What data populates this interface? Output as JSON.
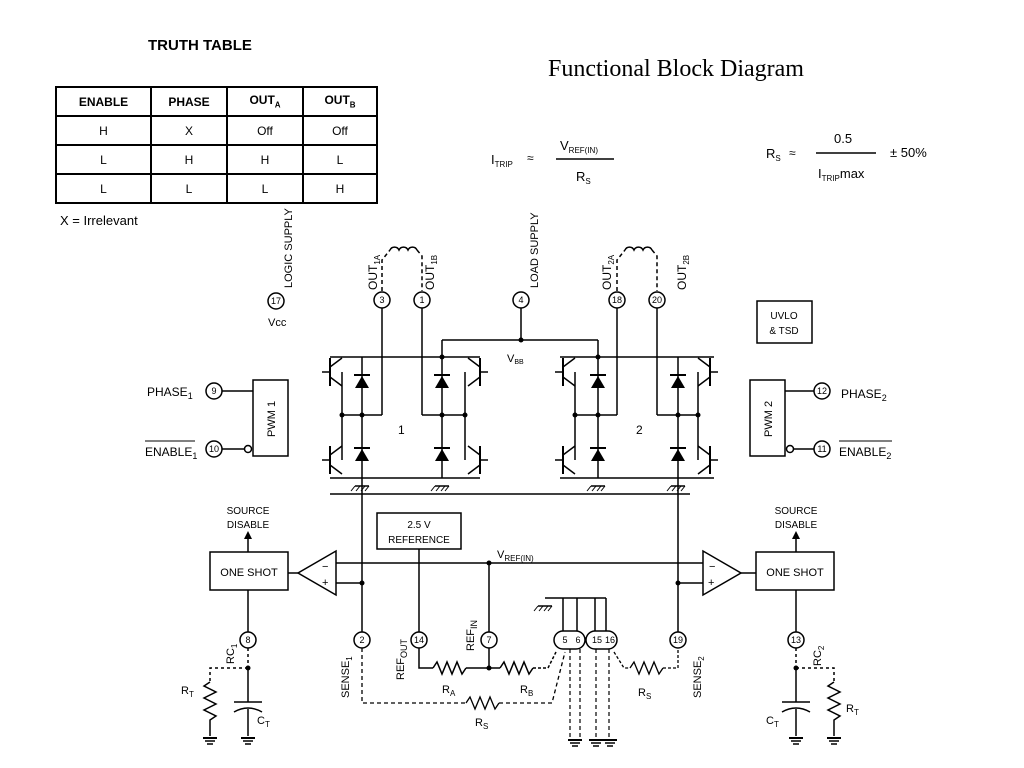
{
  "truth_table": {
    "title": "TRUTH TABLE",
    "headers": [
      "ENABLE",
      "PHASE",
      "OUT",
      "OUT"
    ],
    "header_subs": [
      "",
      "",
      "A",
      "B"
    ],
    "rows": [
      [
        "H",
        "X",
        "Off",
        "Off"
      ],
      [
        "L",
        "H",
        "H",
        "L"
      ],
      [
        "L",
        "L",
        "L",
        "H"
      ]
    ],
    "note": "X = Irrelevant"
  },
  "diagram": {
    "title": "Functional Block Diagram",
    "eq_itrip": {
      "lhs": "I",
      "lhs_sub": "TRIP",
      "approx": "≈",
      "num": "V",
      "num_sub": "REF(IN)",
      "den": "R",
      "den_sub": "S"
    },
    "eq_rs": {
      "lhs": "R",
      "lhs_sub": "S",
      "approx": "≈",
      "num": "0.5",
      "den": "I",
      "den_sub": "TRIP",
      "den_suffix": "max",
      "tol": "± 50%"
    },
    "logic_supply": "LOGIC SUPPLY",
    "load_supply": "LOAD SUPPLY",
    "vcc": "Vcc",
    "vbb": "V",
    "vbb_sub": "BB",
    "out_1a": "OUT",
    "out_1a_sub": "1A",
    "out_1b": "OUT",
    "out_1b_sub": "1B",
    "out_2a": "OUT",
    "out_2a_sub": "2A",
    "out_2b": "OUT",
    "out_2b_sub": "2B",
    "pin_17": "17",
    "pin_3": "3",
    "pin_1": "1",
    "pin_4": "4",
    "pin_18": "18",
    "pin_20": "20",
    "pin_9": "9",
    "pin_10": "10",
    "pin_12": "12",
    "pin_11": "11",
    "pin_8": "8",
    "pin_2": "2",
    "pin_14": "14",
    "pin_7": "7",
    "pin_5": "5",
    "pin_6": "6",
    "pin_15": "15",
    "pin_16": "16",
    "pin_19": "19",
    "pin_13": "13",
    "uvlo_line1": "UVLO",
    "uvlo_line2": "& TSD",
    "phase1": "PHASE",
    "phase1_sub": "1",
    "enable1": "ENABLE",
    "enable1_sub": "1",
    "phase2": "PHASE",
    "phase2_sub": "2",
    "enable2": "ENABLE",
    "enable2_sub": "2",
    "pwm1": "PWM 1",
    "pwm2": "PWM 2",
    "bridge1": "1",
    "bridge2": "2",
    "source_disable_l1": "SOURCE",
    "source_disable_l2": "DISABLE",
    "source_disable_r1": "SOURCE",
    "source_disable_r2": "DISABLE",
    "one_shot_left": "ONE SHOT",
    "one_shot_right": "ONE SHOT",
    "ref_line1": "2.5 V",
    "ref_line2": "REFERENCE",
    "vref_in": "V",
    "vref_in_sub": "REF(IN)",
    "rc1": "RC",
    "rc1_sub": "1",
    "rc2": "RC",
    "rc2_sub": "2",
    "sense1": "SENSE",
    "sense1_sub": "1",
    "sense2": "SENSE",
    "sense2_sub": "2",
    "ref_out": "REF",
    "ref_out_sub": "OUT",
    "ref_in": "REF",
    "ref_in_sub": "IN",
    "ra": "R",
    "ra_sub": "A",
    "rb": "R",
    "rb_sub": "B",
    "rs_left": "R",
    "rs_left_sub": "S",
    "rs_right": "R",
    "rs_right_sub": "S",
    "rt_left": "R",
    "rt_left_sub": "T",
    "rt_right": "R",
    "rt_right_sub": "T",
    "ct_left": "C",
    "ct_left_sub": "T",
    "ct_right": "C",
    "ct_right_sub": "T",
    "plus": "+",
    "minus": "−"
  }
}
